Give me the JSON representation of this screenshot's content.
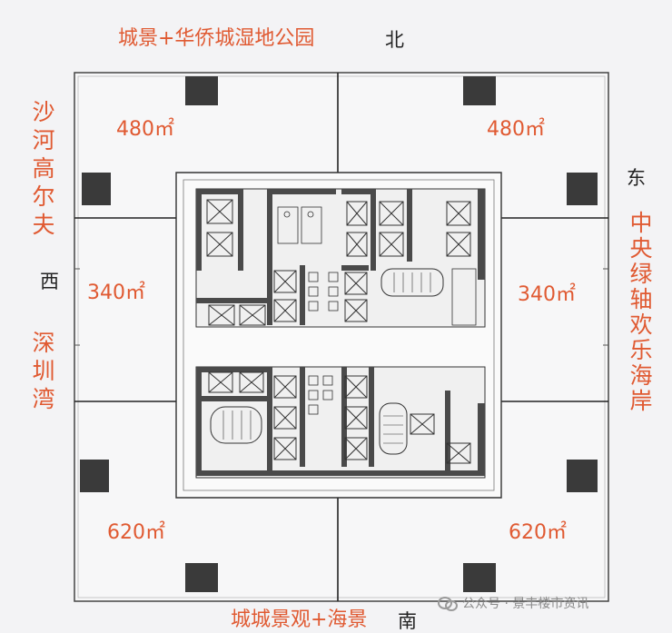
{
  "labels": {
    "top_view": "城景+华侨城湿地公园",
    "bottom_view": "城城景观+海景",
    "left_top_view": "沙河高尔夫",
    "left_bottom_view": "深圳湾",
    "right_view": "中央绿轴欢乐海岸"
  },
  "compass": {
    "north": "北",
    "south": "南",
    "east": "东",
    "west": "西"
  },
  "areas": {
    "top_left": "480㎡",
    "top_right": "480㎡",
    "mid_left": "340㎡",
    "mid_right": "340㎡",
    "bottom_left": "620㎡",
    "bottom_right": "620㎡"
  },
  "watermark": {
    "text": "公众号 · 景丰楼市资讯"
  }
}
